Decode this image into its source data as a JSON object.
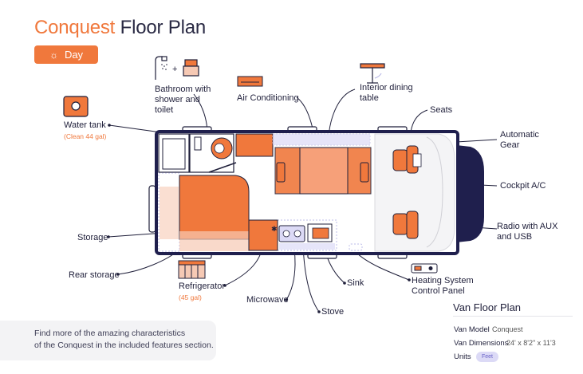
{
  "header": {
    "brand": "Conquest",
    "title_rest": "Floor Plan",
    "mode_button": "Day"
  },
  "labels": {
    "bathroom": "Bathroom with shower and toilet",
    "air_conditioning": "Air Conditioning",
    "dining": "Interior dining table",
    "seats": "Seats",
    "water_tank": "Water tank",
    "water_tank_sub": "(Clean 44 gal)",
    "automatic_gear": "Automatic Gear",
    "cockpit_ac": "Cockpit A/C",
    "radio": "Radio with AUX and USB",
    "storage": "Storage",
    "rear_storage": "Rear storage",
    "refrigerator": "Refrigerator",
    "refrigerator_sub": "(45 gal)",
    "microwave": "Microwave",
    "stove": "Stove",
    "sink": "Sink",
    "heating": "Heating System Control Panel"
  },
  "info": {
    "line1": "Find more of the amazing characteristics",
    "line2": "of the Conquest in the included features section."
  },
  "legend": {
    "title": "Van Floor Plan",
    "model_key": "Van Model",
    "model_val": "Conquest",
    "dims_key": "Van Dimensions",
    "dims_val": "24' x 8'2\" x 11'3",
    "units_key": "Units",
    "units_val": "Feet"
  },
  "colors": {
    "accent": "#f0783c",
    "navy": "#1f1f4d",
    "lavender": "#c9c6ee",
    "light_orange": "#f6c9b4"
  },
  "icons": [
    "sun-icon",
    "shower-icon",
    "toilet-icon",
    "ac-unit-icon",
    "table-icon",
    "water-tank-icon",
    "fridge-icon",
    "heating-panel-icon"
  ]
}
